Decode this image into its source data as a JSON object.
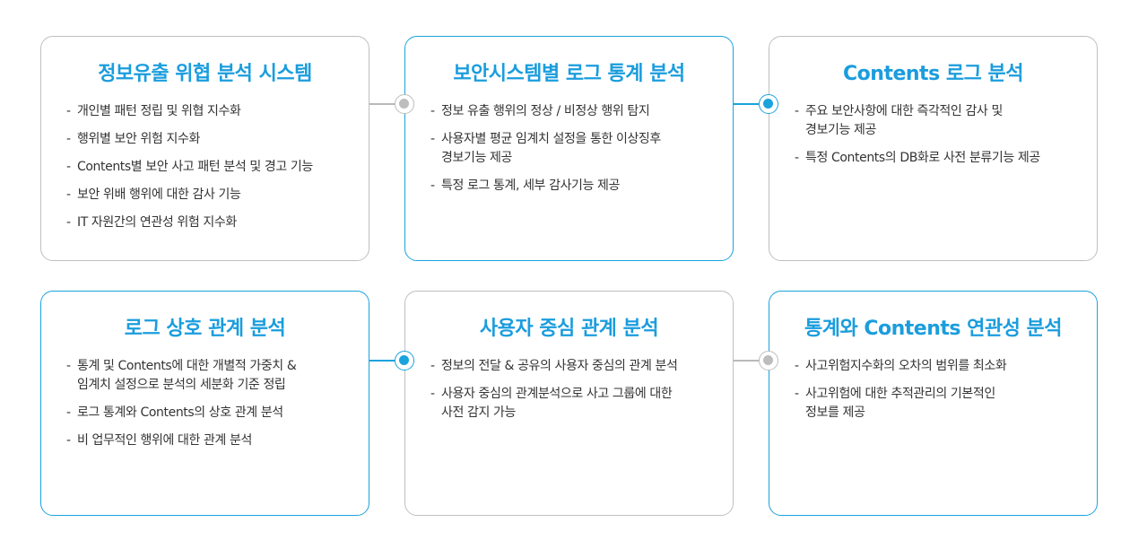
{
  "cards": [
    {
      "title": "정보유출 위협 분석 시스템",
      "items": [
        "개인별 패턴 정립 및 위협 지수화",
        "행위별 보안 위험 지수화",
        "Contents별 보안 사고 패턴 분석 및 경고 기능",
        "보안 위배 행위에 대한 감사 기능",
        "IT 자원간의 연관성 위험 지수화"
      ]
    },
    {
      "title": "보안시스템별 로그 통계 분석",
      "items": [
        "정보 유출 행위의 정상 / 비정상 행위 탐지",
        "사용자별 평균 임계치 설정을 통한 이상징후\n경보기능 제공",
        "특정 로그 통계, 세부 감사기능 제공"
      ]
    },
    {
      "title": "Contents 로그 분석",
      "items": [
        "주요 보안사항에 대한 즉각적인 감사 및\n경보기능 제공",
        "특정 Contents의 DB화로 사전 분류기능 제공"
      ]
    },
    {
      "title": "로그 상호 관계 분석",
      "items": [
        "통계 및 Contents에 대한 개별적 가중치 &\n임계치 설정으로 분석의 세분화 기준 정립",
        "로그 통계와 Contents의 상호 관계 분석",
        "비 업무적인 행위에 대한 관계 분석"
      ]
    },
    {
      "title": "사용자 중심 관계 분석",
      "items": [
        "정보의 전달 & 공유의 사용자 중심의 관계 분석",
        "사용자 중심의 관계분석으로 사고 그룹에 대한\n사전 감지 가능"
      ]
    },
    {
      "title": "통계와 Contents 연관성 분석",
      "items": [
        "사고위험지수화의 오차의 범위를 최소화",
        "사고위험에 대한 추적관리의 기본적인\n정보를 제공"
      ]
    }
  ],
  "colors": {
    "accent": "#1aa3dd",
    "gray_border": "#bfbfbf",
    "text": "#333333"
  }
}
